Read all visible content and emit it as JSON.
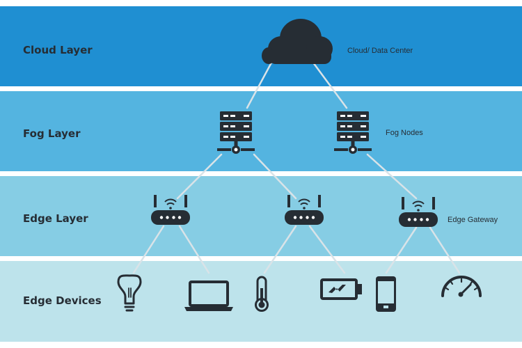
{
  "layers": {
    "cloud": {
      "label": "Cloud Layer",
      "color": "#1f8fd2"
    },
    "fog": {
      "label": "Fog Layer",
      "color": "#54b4e0"
    },
    "edge": {
      "label": "Edge Layer",
      "color": "#86cde4"
    },
    "devices": {
      "label": "Edge Devices",
      "color": "#bde3eb"
    }
  },
  "annotations": {
    "cloud": "Cloud/ Data Center",
    "fog": "Fog Nodes",
    "edge": "Edge Gateway"
  },
  "connector_color": "#d9e3e8",
  "icon_color": "#262d34",
  "devices": [
    "light-bulb",
    "laptop",
    "thermometer",
    "battery",
    "smartphone",
    "speedometer"
  ]
}
